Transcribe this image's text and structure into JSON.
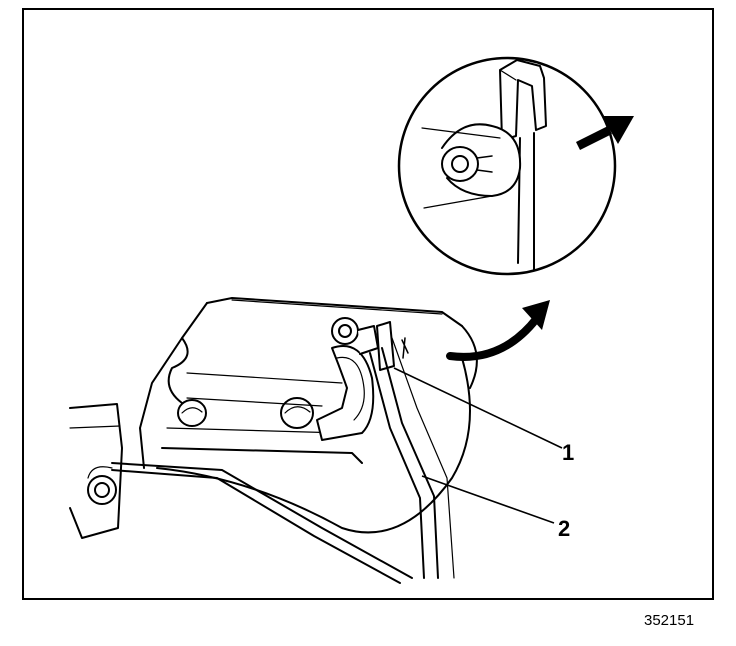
{
  "diagram": {
    "callouts": [
      {
        "id": "1",
        "label": "1"
      },
      {
        "id": "2",
        "label": "2"
      }
    ],
    "figure_number": "352151"
  }
}
